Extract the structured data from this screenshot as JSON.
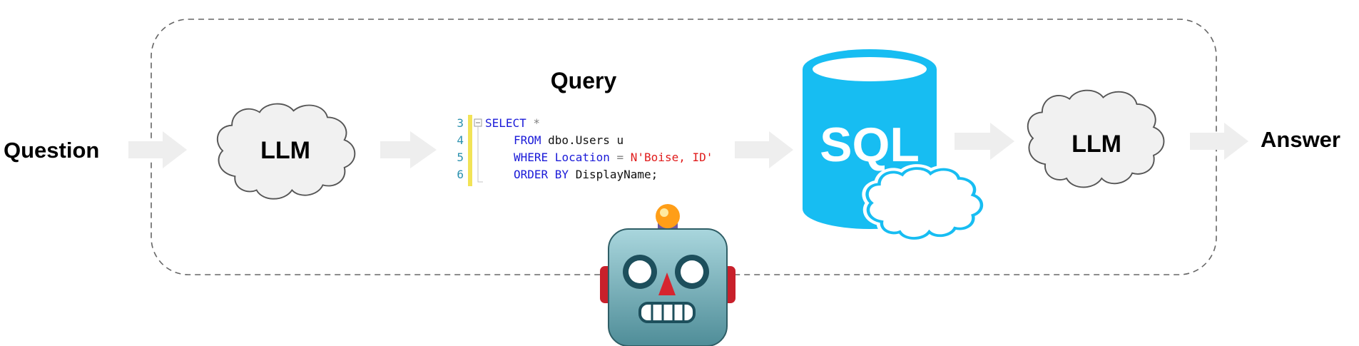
{
  "labels": {
    "question": "Question",
    "answer": "Answer",
    "query_title": "Query",
    "llm_first": "LLM",
    "llm_second": "LLM",
    "database": "SQL"
  },
  "code": {
    "line_numbers": [
      "3",
      "4",
      "5",
      "6"
    ],
    "line1": {
      "keyword": "SELECT",
      "rest": " *"
    },
    "line2": {
      "keyword": "FROM",
      "rest": " dbo.Users u"
    },
    "line3": {
      "keyword": "WHERE",
      "column": " Location",
      "operator": " =",
      "value": " N'Boise, ID'"
    },
    "line4": {
      "keyword": "ORDER BY",
      "rest": " DisplayName;"
    }
  },
  "colors": {
    "database": "#17bdf2",
    "arrow": "#eeeeee",
    "cloud_fill": "#f1f1f1",
    "cloud_stroke": "#555555",
    "boundary": "#666666",
    "change_bar": "#f2e356"
  },
  "icons": {
    "agent": "robot-icon",
    "database": "sql-database-icon",
    "cloud": "cloud-icon"
  }
}
